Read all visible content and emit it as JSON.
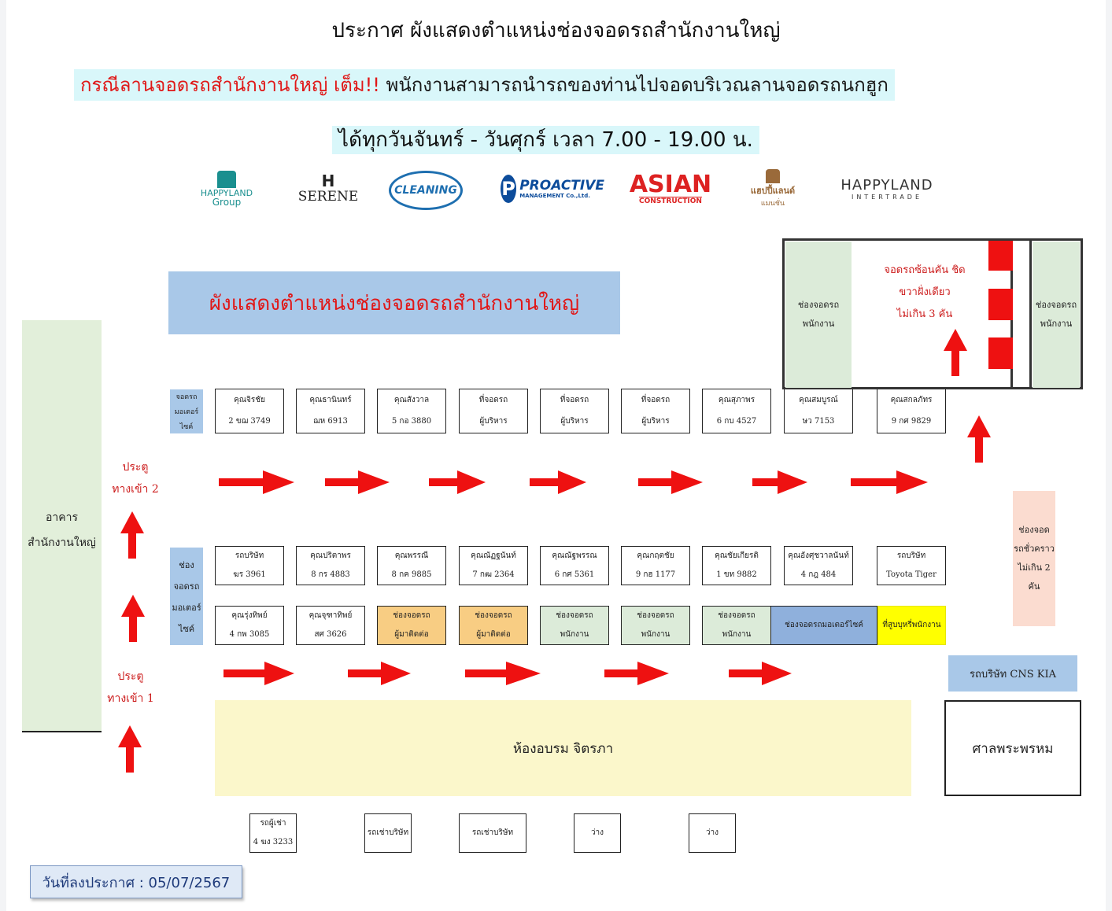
{
  "header": {
    "title": "ประกาศ ผังแสดงตำแหน่งช่องจอดรถสำนักงานใหญ่",
    "notice_red": "กรณีลานจอดรถสำนักงานใหญ่  เต็ม!!",
    "notice_dark": " พนักงานสามารถนำรถของท่านไปจอดบริเวณลานจอดรถนกฮูก",
    "schedule": "ได้ทุกวันจันทร์ - วันศุกร์  เวลา  7.00 - 19.00 น."
  },
  "logos": [
    {
      "line1": "HAPPYLAND",
      "line2": "Group"
    },
    {
      "line1": "SERENE",
      "line2": ""
    },
    {
      "line1": "CLEANING",
      "line2": ""
    },
    {
      "line1": "PROACTIVE",
      "line2": "MANAGEMENT Co.,Ltd."
    },
    {
      "line1": "ASIAN",
      "line2": "CONSTRUCTION"
    },
    {
      "line1": "แฮปปี้แลนด์",
      "line2": "แมนชั่น"
    },
    {
      "line1": "HAPPYLAND",
      "line2": "INTERTRADE"
    }
  ],
  "map": {
    "banner": "ผังแสดงตำแหน่งช่องจอดรถสำนักงานใหญ่",
    "building": {
      "line1": "อาคาร",
      "line2": "สำนักงานใหญ่"
    },
    "gate2": {
      "line1": "ประตู",
      "line2": "ทางเข้า 2"
    },
    "gate1": {
      "line1": "ประตู",
      "line2": "ทางเข้า 1"
    },
    "moto_top": [
      "จอดรถ",
      "มอเตอร์",
      "ไซค์"
    ],
    "moto_mid": [
      "ช่อง",
      "จอดรถ",
      "มอเตอร์",
      "ไซค์"
    ],
    "row1": [
      {
        "name": "คุณจิรชัย",
        "plate": "2 ขฌ 3749"
      },
      {
        "name": "คุณธานินทร์",
        "plate": "ฌห 6913"
      },
      {
        "name": "คุณสังวาล",
        "plate": "5 กอ 3880"
      },
      {
        "name": "ที่จอดรถ",
        "plate": "ผู้บริหาร"
      },
      {
        "name": "ที่จอดรถ",
        "plate": "ผู้บริหาร"
      },
      {
        "name": "ที่จอดรถ",
        "plate": "ผู้บริหาร"
      },
      {
        "name": "คุณสุภาพร",
        "plate": "6 กบ 4527"
      },
      {
        "name": "คุณสมบูรณ์",
        "plate": "ษว 7153"
      },
      {
        "name": "คุณสกลภัทร",
        "plate": "9 กศ 9829"
      }
    ],
    "row2": [
      {
        "name": "รถบริษัท",
        "plate": "ฆร 3961"
      },
      {
        "name": "คุณปริตาพร",
        "plate": "8 กร 4883"
      },
      {
        "name": "คุณพรรณี",
        "plate": "8 กค 9885"
      },
      {
        "name": "คุณณัฏฐนันท์",
        "plate": "7 กฒ 2364"
      },
      {
        "name": "คุณณัฐพรรณ",
        "plate": "6 กศ 5361"
      },
      {
        "name": "คุณกฤตชัย",
        "plate": "9 กฮ 1177"
      },
      {
        "name": "คุณชัยเกียรติ",
        "plate": "1 ขท 9882"
      },
      {
        "name": "คุณอังศุชวาลนันท์",
        "plate": "4 กฎ 484"
      },
      {
        "name": "รถบริษัท",
        "plate": "Toyota Tiger"
      }
    ],
    "row3": [
      {
        "name": "คุณรุ่งทิพย์",
        "plate": "4 กพ 3085"
      },
      {
        "name": "คุณจุฑาทิพย์",
        "plate": "สศ 3626"
      },
      {
        "name": "ช่องจอดรถ",
        "plate": "ผู้มาติดต่อ"
      },
      {
        "name": "ช่องจอดรถ",
        "plate": "ผู้มาติดต่อ"
      },
      {
        "name": "ช่องจอดรถ",
        "plate": "พนักงาน"
      },
      {
        "name": "ช่องจอดรถ",
        "plate": "พนักงาน"
      },
      {
        "name": "ช่องจอดรถ",
        "plate": "พนักงาน"
      }
    ],
    "moto_zone": "ช่องจอดรถมอเตอร์ไซค์",
    "smoking_zone": "ที่สูบบุหรี่พนักงาน",
    "employee_lot_left": {
      "line1": "ช่องจอดรถ",
      "line2": "พนักงาน"
    },
    "employee_lot_right": {
      "line1": "ช่องจอดรถ",
      "line2": "พนักงาน"
    },
    "double_park": {
      "line1": "จอดรถซ้อนคัน ชิด",
      "line2": "ขวาฝั่งเดียว",
      "line3": "ไม่เกิน 3 คัน"
    },
    "temp_parking": {
      "line1": "ช่องจอด",
      "line2": "รถชั่วคราว",
      "line3": "ไม่เกิน 2",
      "line4": "คัน"
    },
    "company_kia": "รถบริษัท CNS KIA",
    "shrine": "ศาลพระพรหม",
    "training_room": "ห้องอบรม  จิตรภา",
    "bottom_row": [
      {
        "name": "รถผู้เช่า",
        "plate": "4 ฆง 3233"
      },
      {
        "name": "รถเช่าบริษัท",
        "plate": ""
      },
      {
        "name": "รถเช่าบริษัท",
        "plate": ""
      },
      {
        "name": "ว่าง",
        "plate": ""
      },
      {
        "name": "ว่าง",
        "plate": ""
      }
    ]
  },
  "announce_date": "วันที่ลงประกาศ : 05/07/2567",
  "colors": {
    "accent_red": "#e01818",
    "highlight_cyan": "#d9f7fa",
    "banner_blue": "#a9c8e8",
    "employee_green": "#dcebd9",
    "visitor_orange": "#f8cd83",
    "smoking_yellow": "#ffff00",
    "temp_pink": "#fbdcd0",
    "training_yellow": "#fbf7cb",
    "building_green": "#e2efda"
  }
}
